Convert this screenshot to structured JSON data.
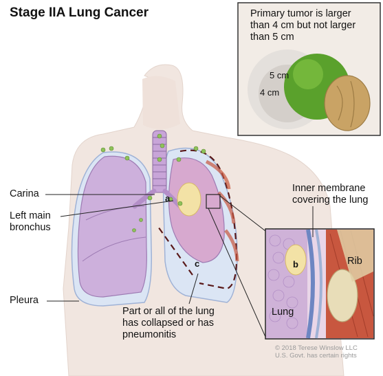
{
  "title": "Stage IIA Lung Cancer",
  "inset": {
    "caption": "Primary tumor is larger than 4 cm but not larger than 5 cm",
    "size_5cm": "5 cm",
    "size_4cm": "4 cm"
  },
  "labels": {
    "carina": "Carina",
    "left_main_bronchus": "Left main bronchus",
    "pleura": "Pleura",
    "collapse": "Part or all of the lung has collapsed or has pneumonitis",
    "inner_membrane": "Inner membrane covering the lung",
    "rib": "Rib",
    "lung": "Lung"
  },
  "letters": {
    "a": "a",
    "b": "b",
    "c": "c"
  },
  "copyright": {
    "line1": "© 2018 Terese Winslow LLC",
    "line2": "U.S. Govt. has certain rights"
  },
  "colors": {
    "lung": "#c9a9d6",
    "tumor": "#f3e2a6",
    "pleura": "#d6e2f2",
    "trachea": "#c8a5d8",
    "rib": "#c8573f",
    "skin": "#eee2dc"
  }
}
